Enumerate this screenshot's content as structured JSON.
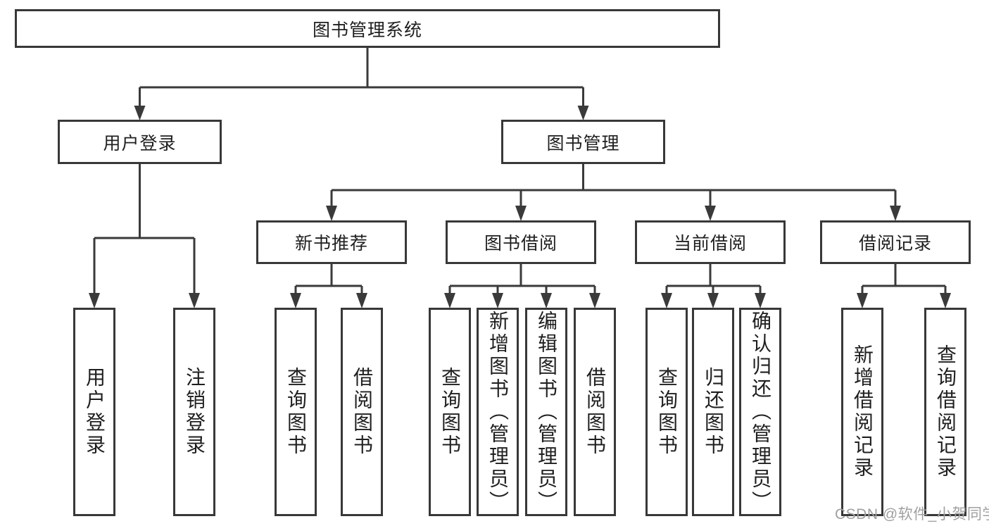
{
  "diagram": {
    "root": {
      "label": "图书管理系统"
    },
    "branches": [
      {
        "label": "用户登录",
        "leaves": [
          {
            "label": "用户登录"
          },
          {
            "label": "注销登录"
          }
        ]
      },
      {
        "label": "图书管理",
        "sections": [
          {
            "label": "新书推荐",
            "leaves": [
              {
                "label": "查询图书"
              },
              {
                "label": "借阅图书"
              }
            ]
          },
          {
            "label": "图书借阅",
            "leaves": [
              {
                "label": "查询图书"
              },
              {
                "label": "新增图书（管理员）"
              },
              {
                "label": "编辑图书（管理员）"
              },
              {
                "label": "借阅图书"
              }
            ]
          },
          {
            "label": "当前借阅",
            "leaves": [
              {
                "label": "查询图书"
              },
              {
                "label": "归还图书"
              },
              {
                "label": "确认归还（管理员）"
              }
            ]
          },
          {
            "label": "借阅记录",
            "leaves": [
              {
                "label": "新增借阅记录"
              },
              {
                "label": "查询借阅记录"
              }
            ]
          }
        ]
      }
    ]
  },
  "watermark": {
    "text": "CSDN @软件_小贺同学"
  },
  "colors": {
    "line": "#3a3a3a",
    "border": "#383838",
    "text": "#1f1f1f",
    "watermark": "#a0a0a0",
    "background": "#ffffff"
  }
}
